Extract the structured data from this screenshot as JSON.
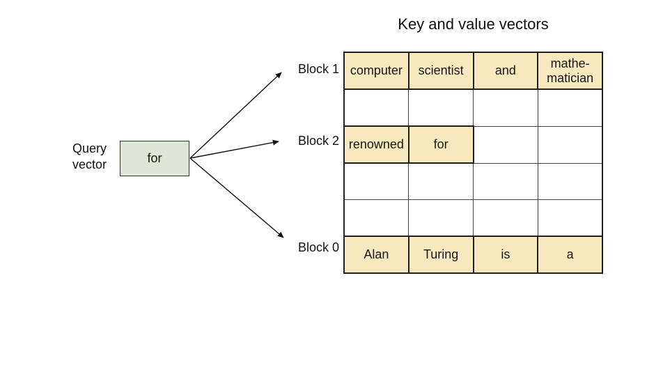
{
  "title": "Key and value vectors",
  "query_vector": {
    "label": "Query vector",
    "token": "for"
  },
  "blocks": [
    {
      "label": "Block 1"
    },
    {
      "label": "Block 2"
    },
    {
      "label": "Block 0"
    }
  ],
  "colors": {
    "cell_highlight": "#f7e9bd",
    "query_box": "#dbe8d3"
  },
  "grid": {
    "columns": 4,
    "rows": [
      {
        "block": "Block 1",
        "cells": [
          {
            "text": "computer",
            "highlighted": true
          },
          {
            "text": "scientist",
            "highlighted": true
          },
          {
            "text": "and",
            "highlighted": true
          },
          {
            "text": "mathe-matician",
            "highlighted": true
          }
        ]
      },
      {
        "block": "",
        "cells": [
          {
            "text": "",
            "highlighted": false
          },
          {
            "text": "",
            "highlighted": false
          },
          {
            "text": "",
            "highlighted": false
          },
          {
            "text": "",
            "highlighted": false
          }
        ]
      },
      {
        "block": "Block 2",
        "cells": [
          {
            "text": "renowned",
            "highlighted": true
          },
          {
            "text": "for",
            "highlighted": true
          },
          {
            "text": "",
            "highlighted": false
          },
          {
            "text": "",
            "highlighted": false
          }
        ]
      },
      {
        "block": "",
        "cells": [
          {
            "text": "",
            "highlighted": false
          },
          {
            "text": "",
            "highlighted": false
          },
          {
            "text": "",
            "highlighted": false
          },
          {
            "text": "",
            "highlighted": false
          }
        ]
      },
      {
        "block": "",
        "cells": [
          {
            "text": "",
            "highlighted": false
          },
          {
            "text": "",
            "highlighted": false
          },
          {
            "text": "",
            "highlighted": false
          },
          {
            "text": "",
            "highlighted": false
          }
        ]
      },
      {
        "block": "Block 0",
        "cells": [
          {
            "text": "Alan",
            "highlighted": true
          },
          {
            "text": "Turing",
            "highlighted": true
          },
          {
            "text": "is",
            "highlighted": true
          },
          {
            "text": "a",
            "highlighted": true
          }
        ]
      }
    ]
  }
}
